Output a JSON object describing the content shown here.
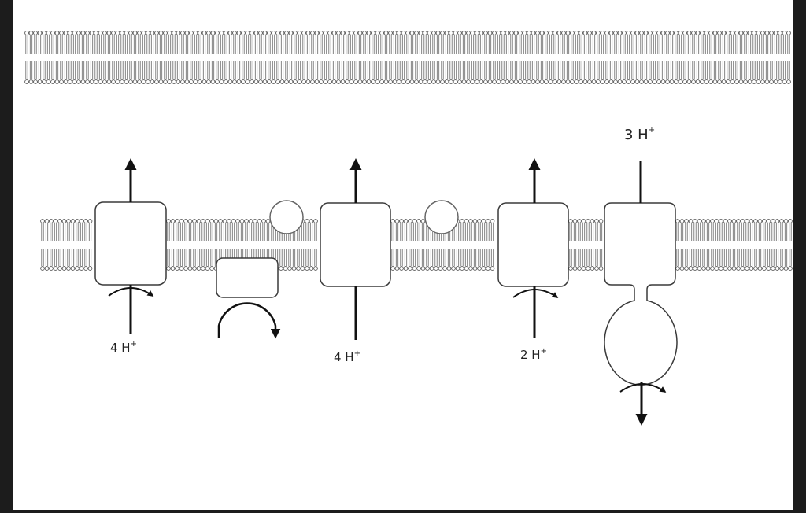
{
  "colors": {
    "outline": "#3a3a3a",
    "arrow": "#111111",
    "membrane_head": "#ffffff",
    "frame": "#1c1c1c",
    "background": "#ffffff"
  },
  "labels": {
    "complex1": {
      "count": "4 H",
      "charge": "+"
    },
    "complex3": {
      "count": "4 H",
      "charge": "+"
    },
    "complex4": {
      "count": "2 H",
      "charge": "+"
    },
    "synthase": {
      "count": "3 H",
      "charge": "+"
    }
  }
}
